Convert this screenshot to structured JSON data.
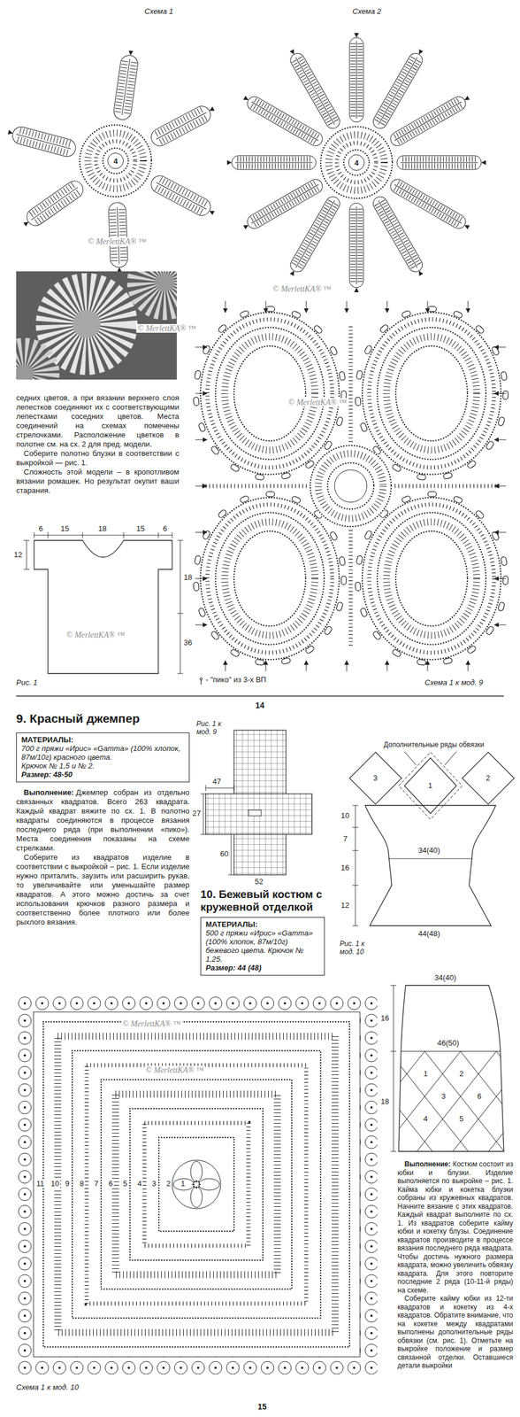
{
  "diagram": {
    "nodes": [
      {
        "text": [
          "4"
        ]
      },
      {
        "text": [
          "4"
        ]
      },
      {
        "text": [
          "МАТЕРИАЛЫ:",
          "700 г пряжи «Ирис» «Gamma» (100% хлопок, 87м/10г) красного цвета.",
          "Крючок № 1,5 и № 2.",
          "Размер: 48-50"
        ]
      },
      {
        "text": [
          "МАТЕРИАЛЫ:",
          "500 г пряжи «Ирис» «Gamma» (100% хлопок, 87м/10г) бежевого цвета. Крючок № 1,25.",
          "Размер: 44 (48)"
        ]
      }
    ],
    "labels": [
      "Схема 1",
      "Схема 2",
      "© MerlettKA® ™",
      "© MerlettKA® ™",
      "© MerlettKA® ™",
      "© MerlettKA® ™",
      "седних цветов, а при вязании верхнего слоя лепестков соединяют их с соответствующими лепестками соседних цветов. Места соединений на схемах помечены стрелочками. Расположение цветков в полотне см. на сх. 2 для пред. модели.",
      "Соберите полотно блузки в соответствии с выкройкой — рис. 1.",
      "Сложность этой модели – в кропотливом вязании ромашек. Но результат окупит ваши старания.",
      "6",
      "15",
      "18",
      "15",
      "6",
      "12",
      "18",
      "36",
      "© MerlettKA® ™",
      "Рис. 1",
      "Схема 1 к мод. 9",
      "14",
      "9. Красный джемпер",
      "Рис. 1 к мод. 9",
      "47",
      "27",
      "60",
      "52",
      "Дополнительные ряды обвязки",
      "3",
      "1",
      "2",
      "10",
      "7",
      "34(40)",
      "16",
      "12",
      "44(48)",
      "Рис. 1 к мод. 10",
      "34(40)",
      "16",
      "46(50)",
      "18",
      "1",
      "2",
      "3",
      "4",
      "5",
      "6",
      "10. Бежевый костюм с кружевной отделкой",
      "Выполнение:",
      "Джемпер собран из отдельно связанных квадратов. Всего 263 квадрата. Каждый квадрат вяжите по сх. 1. В полотно квадраты соединяются в процессе вязания последнего ряда (при выполнении «пико»). Места соединения показаны на схеме стрелками.",
      "Соберите из квадратов изделие в соответствии с выкройкой – рис. 1. Если изделие нужно приталить, заузить или расширить рукав, то увеличивайте или уменьшайте размер квадратов. А этого можно достичь за счет использования крючков разного размера и соответственно более плотного или более рыхлого вязания.",
      "Выполнение:",
      "Костюм состоит из юбки и блузки. Изделие выполняется по выкройке – рис. 1. Кайма юбки и кокетка блузки собраны из кружевных квадратов. Начните вязание с этих квадратов. Каждый квадрат выполните по сх. 1. Из квадратов соберите кайму юбки и кокетку блузы. Соединение квадратов производите в процессе вязания последнего ряда квадрата. Чтобы достичь нужного размера квадрата, можно увеличить обвязку квадрата. Для этого повторите последние 2 ряда (10-11-й ряды) на схеме.",
      "Соберите кайму юбки из 12-ти квадратов и кокетку из 4-х квадратов. Обратите внимание, что на кокетке между квадратами выполнены дополнительные ряды обвязки (см. рис. 1). Отметьте на выкройке положение и размер связанной отделки. Оставшиеся детали выкройки",
      "Схема 1 к мод. 10",
      "15",
      "© MerlettKA® ™",
      "© MerlettKA® ™",
      "1",
      "2",
      "3",
      "4",
      "5",
      "6",
      "7",
      "8",
      "9",
      "10",
      "11"
    ],
    "legend": [
      {
        "text": "- \"пико\" из 3-х ВП"
      }
    ]
  }
}
